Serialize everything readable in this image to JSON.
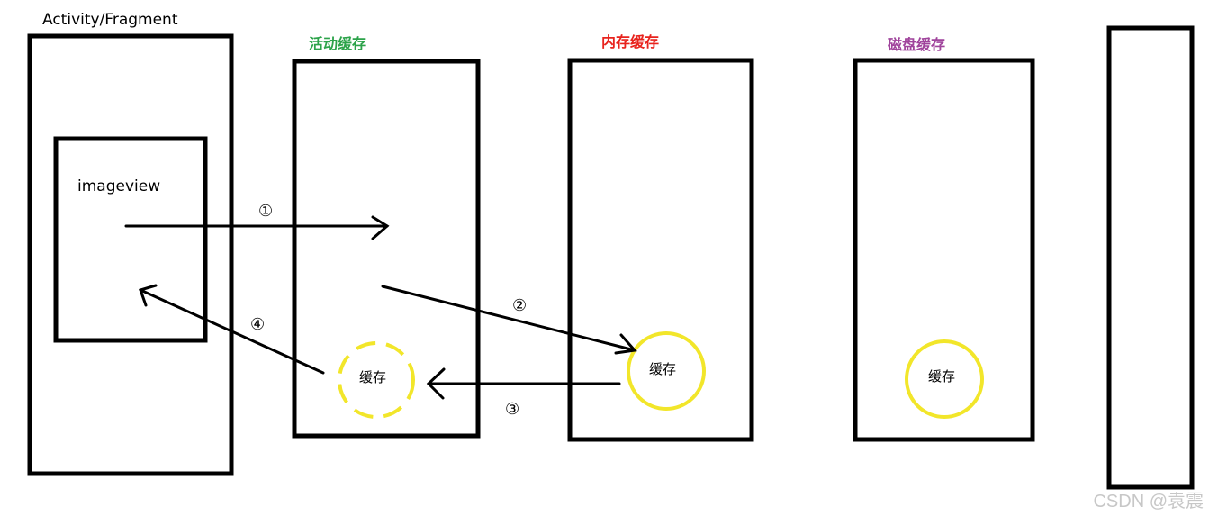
{
  "diagram": {
    "activity_title": "Activity/Fragment",
    "imageview_label": "imageview",
    "active_cache_title": "活动缓存",
    "memory_cache_title": "内存缓存",
    "disk_cache_title": "磁盘缓存",
    "cache_label": "缓存",
    "steps": [
      "①",
      "②",
      "③",
      "④"
    ]
  },
  "colors": {
    "active_cache_title": "#2ca34a",
    "memory_cache_title": "#e8231d",
    "disk_cache_title": "#a0449c",
    "cache_circle": "#f2e62a",
    "box_stroke": "#000000"
  },
  "watermark": "CSDN @袁震"
}
